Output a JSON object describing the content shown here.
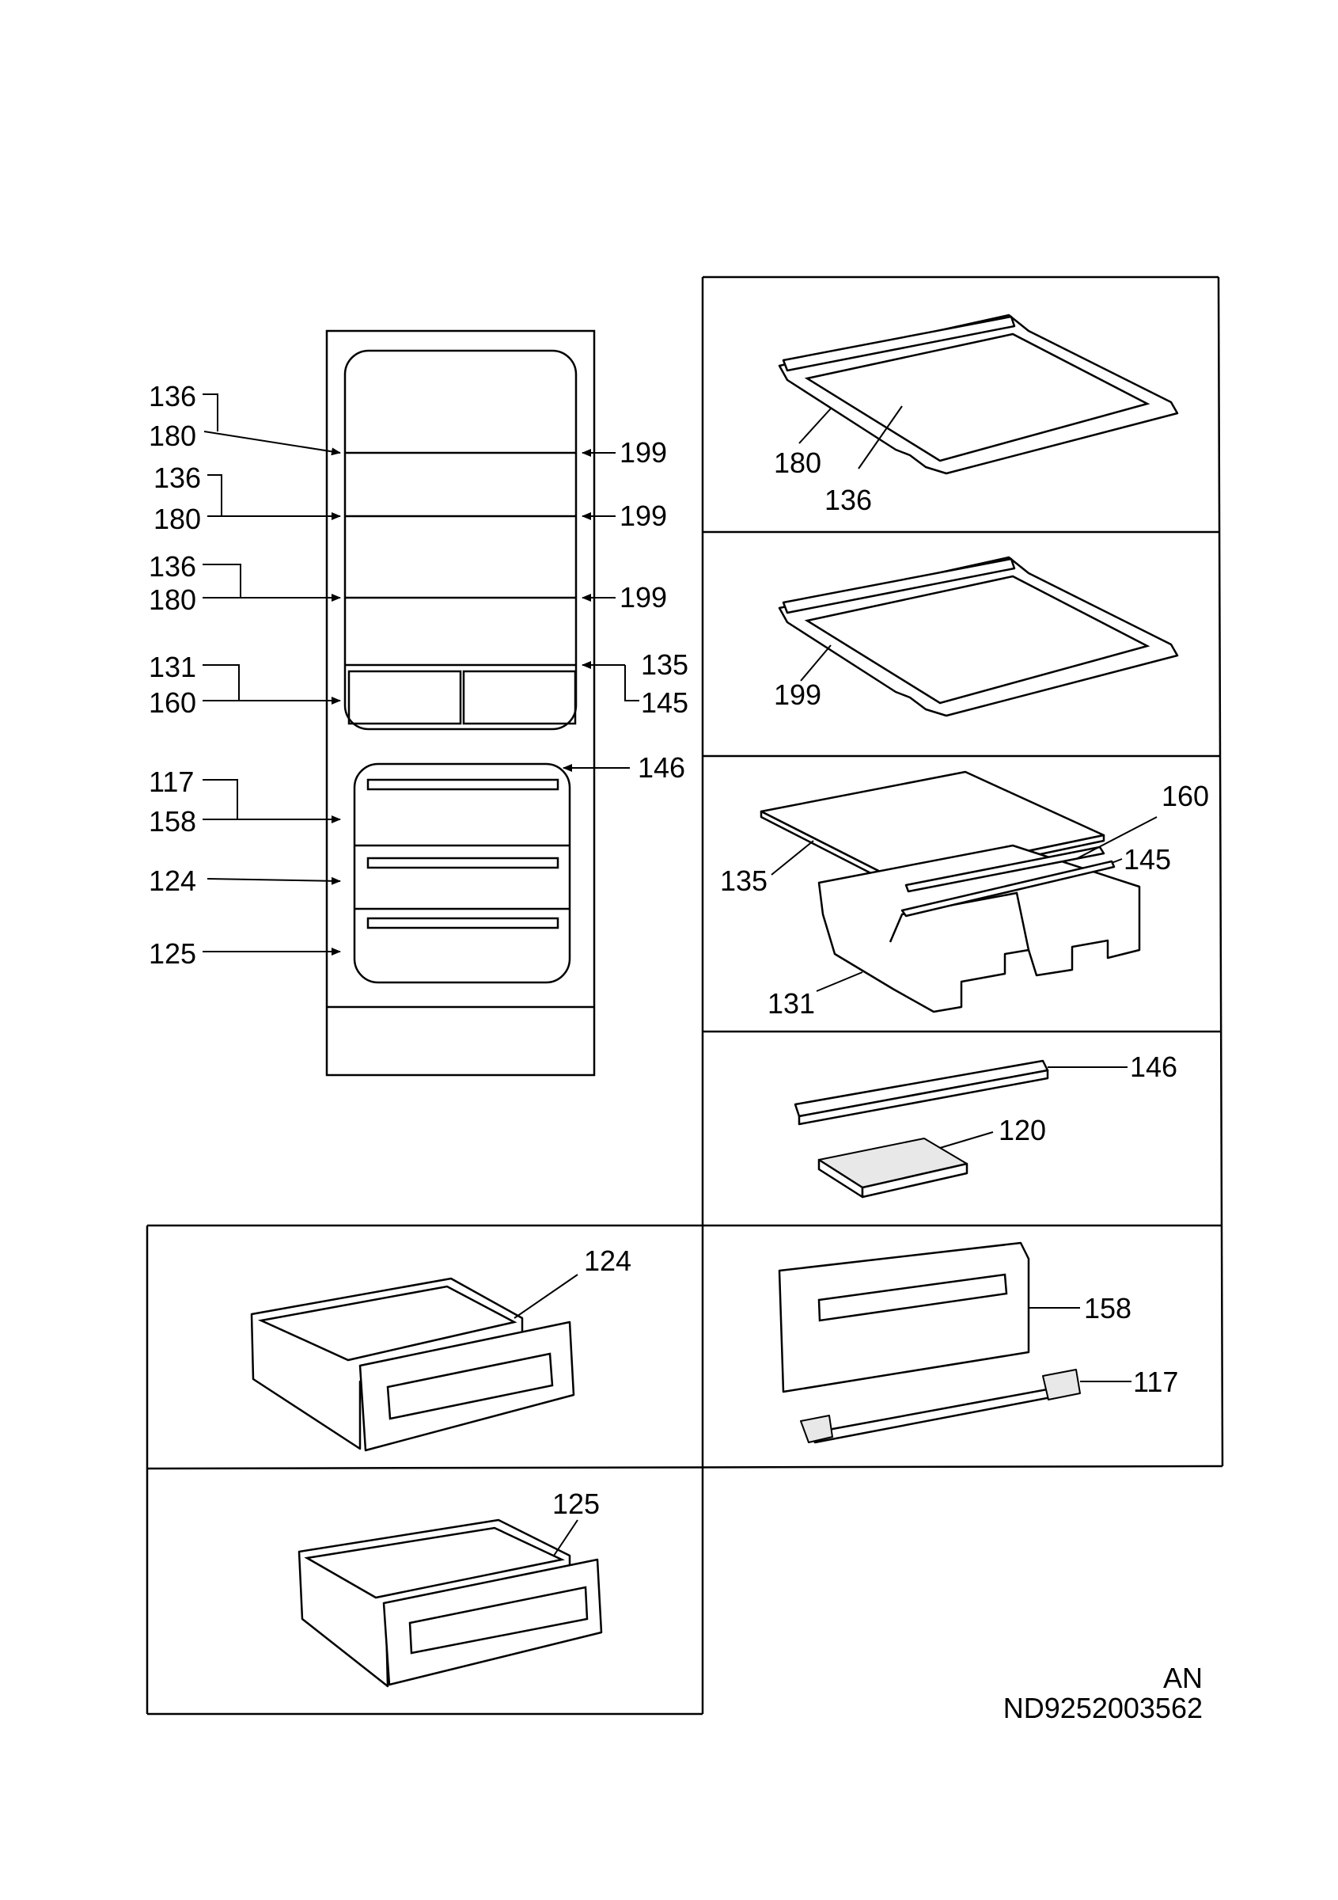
{
  "overview_labels": {
    "l1a": "136",
    "l1b": "180",
    "r1": "199",
    "l2a": "136",
    "l2b": "180",
    "r2": "199",
    "l3a": "136",
    "l3b": "180",
    "r3": "199",
    "l4a": "131",
    "l4b": "160",
    "r4a": "135",
    "r4b": "145",
    "r5": "146",
    "l6a": "117",
    "l6b": "158",
    "l7": "124",
    "l8": "125"
  },
  "panels": {
    "shelf_glass": {
      "label_a": "180",
      "label_b": "136"
    },
    "shelf_frame": {
      "label": "199"
    },
    "crisper": {
      "label_cover": "160",
      "label_lid": "135",
      "label_trim": "145",
      "label_box": "131"
    },
    "accessories": {
      "label_strip": "146",
      "label_tray": "120"
    },
    "drawer_front": {
      "label_front": "158",
      "label_rail": "117"
    },
    "drawer_124": {
      "label": "124"
    },
    "drawer_125": {
      "label": "125"
    }
  },
  "footer": {
    "code_line1": "AN",
    "code_line2": "ND9252003562"
  }
}
